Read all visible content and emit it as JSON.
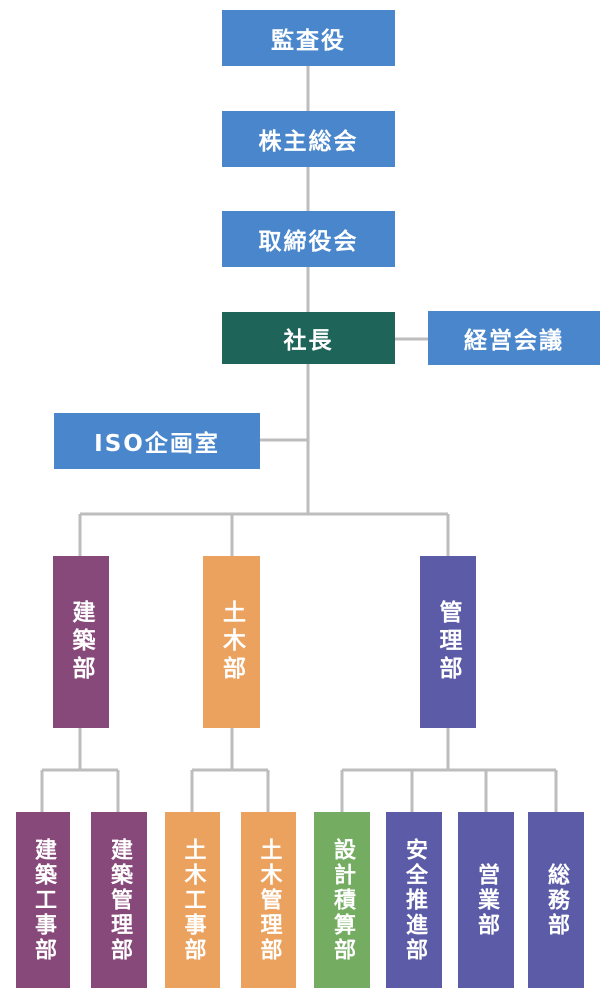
{
  "colors": {
    "top_blue": "#4a86cc",
    "president_teal": "#1e6459",
    "kenchiku_purple": "#86497a",
    "doboku_orange": "#eba25e",
    "kanri_indigo": "#5b5ba7",
    "sekkei_green": "#74ac62",
    "connector_gray": "#bdbdbd"
  },
  "chart_data": {
    "type": "org-chart",
    "nodes": {
      "auditor": "監査役",
      "shareholders": "株主総会",
      "board": "取締役会",
      "president": "社長",
      "management_meeting": "経営会議",
      "iso_office": "ISO企画室",
      "kenchiku": "建築部",
      "doboku": "土木部",
      "kanri": "管理部",
      "kenchiku_koji": "建築工事部",
      "kenchiku_kanri": "建築管理部",
      "doboku_koji": "土木工事部",
      "doboku_kanri": "土木管理部",
      "sekkei": "設計積算部",
      "anzen": "安全推進部",
      "eigyo": "営業部",
      "somu": "総務部"
    },
    "edges": [
      [
        "auditor",
        "shareholders"
      ],
      [
        "shareholders",
        "board"
      ],
      [
        "board",
        "president"
      ],
      [
        "president",
        "management_meeting"
      ],
      [
        "president",
        "iso_office"
      ],
      [
        "president",
        "kenchiku"
      ],
      [
        "president",
        "doboku"
      ],
      [
        "president",
        "kanri"
      ],
      [
        "kenchiku",
        "kenchiku_koji"
      ],
      [
        "kenchiku",
        "kenchiku_kanri"
      ],
      [
        "doboku",
        "doboku_koji"
      ],
      [
        "doboku",
        "doboku_kanri"
      ],
      [
        "kanri",
        "sekkei"
      ],
      [
        "kanri",
        "anzen"
      ],
      [
        "kanri",
        "eigyo"
      ],
      [
        "kanri",
        "somu"
      ]
    ]
  }
}
